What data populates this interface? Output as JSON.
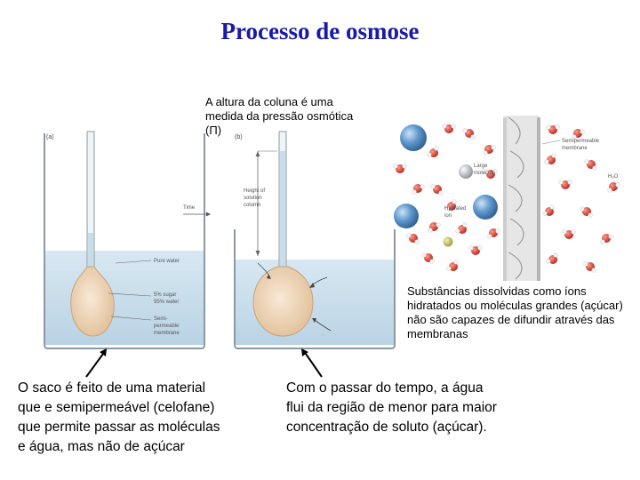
{
  "title": "Processo de osmose",
  "pressure_note": "A altura da coluna é uma medida da pressão osmótica (Π)",
  "caption_left": "O saco é feito de uma material que e semipermeável (celofane) que permite passar as moléculas e água, mas não de açúcar",
  "caption_center": "Com o passar do tempo, a água flui da região de menor para maior concentração de soluto (açúcar).",
  "caption_right": "Substâncias dissolvidas como íons hidratados ou moléculas grandes (açúcar) não são capazes de difundir através das membranas",
  "figure_a": {
    "panel_a": "(a)",
    "panel_b": "(b)",
    "time": "Time",
    "height_label": [
      "Height of",
      "solution",
      "column"
    ],
    "pure_water": "Pure water",
    "sugar_label": [
      "5% sugar",
      "95% water"
    ],
    "membrane_label": [
      "Semi-",
      "permeable",
      "membrane"
    ]
  },
  "figure_b": {
    "semipermeable_membrane": [
      "Semipermeable",
      "membrane"
    ],
    "large_molecule": [
      "Large",
      "molecule"
    ],
    "hydrated_ion": [
      "Hydrated",
      "ion"
    ],
    "h2o": "H₂O"
  },
  "colors": {
    "title": "#1a1aa6",
    "water": "#cfe2ee",
    "bag": "#f1d9bf",
    "ion_blue": "#5b93c9",
    "oxygen": "#d23b2b",
    "membrane": "#e4e4e4"
  }
}
